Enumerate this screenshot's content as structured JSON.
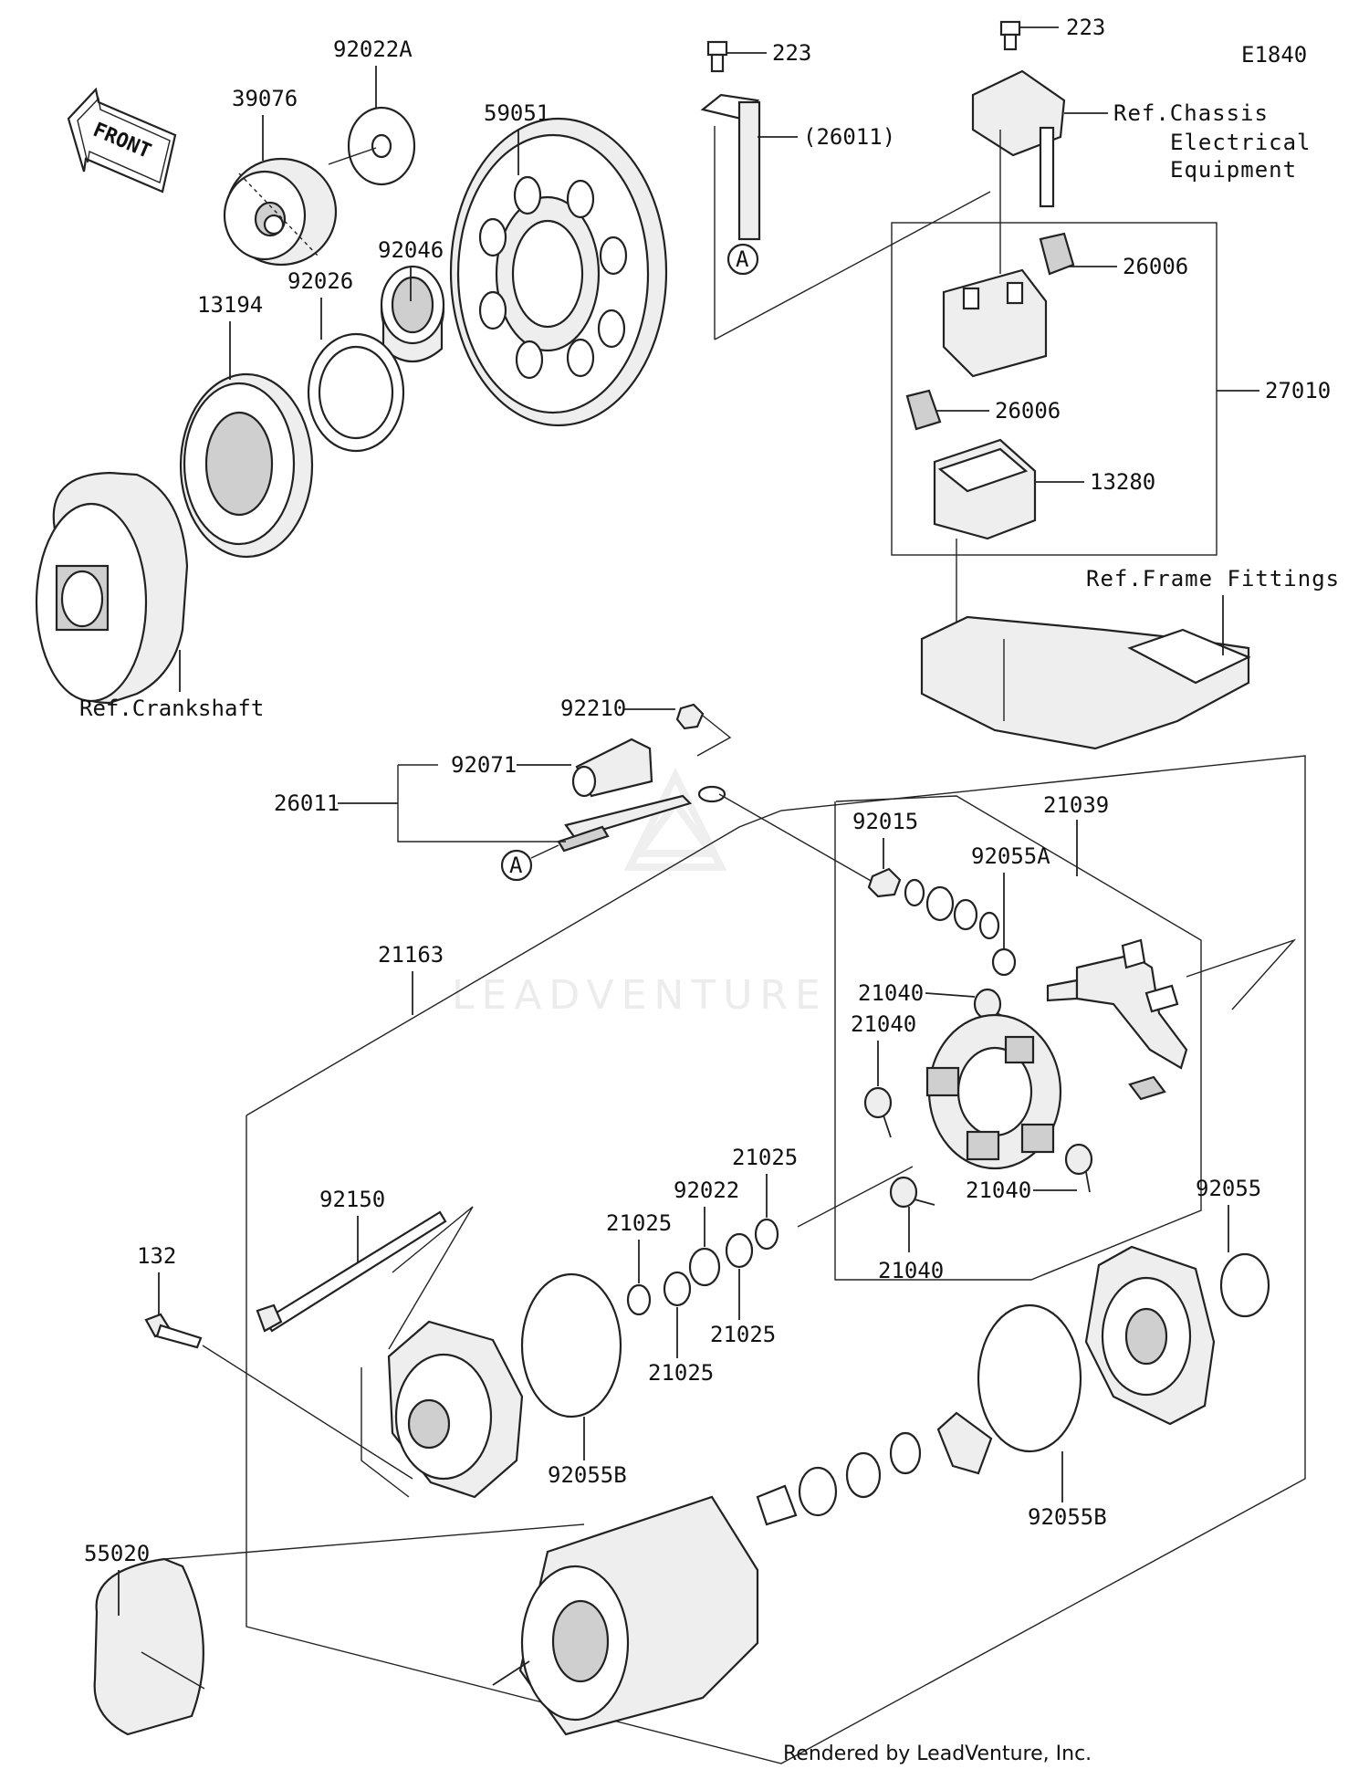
{
  "diagram_code": "E1840",
  "front_label": "FRONT",
  "watermark": "LEADVENTURE",
  "footer": "Rendered by LeadVenture, Inc.",
  "ref_a": "A",
  "labels": {
    "p223a": "223",
    "p223b": "223",
    "p26011_paren": "(26011)",
    "ref_chassis_1": "Ref.Chassis",
    "ref_chassis_2": "Electrical",
    "ref_chassis_3": "Equipment",
    "p92022A": "92022A",
    "p39076": "39076",
    "p59051": "59051",
    "p92046": "92046",
    "p92026": "92026",
    "p13194": "13194",
    "p26006a": "26006",
    "p26006b": "26006",
    "p27010": "27010",
    "p13280": "13280",
    "ref_frame": "Ref.Frame Fittings",
    "ref_crank": "Ref.Crankshaft",
    "p92210": "92210",
    "p92071": "92071",
    "p26011": "26011",
    "p21039": "21039",
    "p92015": "92015",
    "p92055A": "92055A",
    "p21163": "21163",
    "p21040a": "21040",
    "p21040b": "21040",
    "p21040c": "21040",
    "p21040d": "21040",
    "p21025a": "21025",
    "p92022": "92022",
    "p21025b": "21025",
    "p21025c": "21025",
    "p21025d": "21025",
    "p92055": "92055",
    "p92150": "92150",
    "p132": "132",
    "p92055Ba": "92055B",
    "p92055Bb": "92055B",
    "p55020": "55020"
  }
}
